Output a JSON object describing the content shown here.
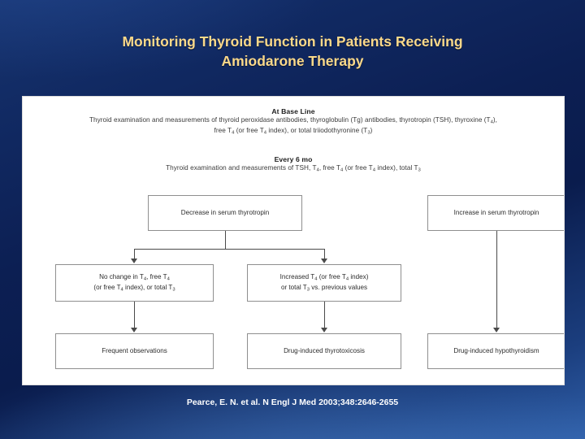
{
  "slide": {
    "title_line1": "Monitoring Thyroid Function in Patients Receiving",
    "title_line2": "Amiodarone Therapy",
    "title_color": "#fbd98a",
    "background_color": "#0d2460",
    "credit": "Pearce, E. N. et al. N Engl J Med 2003;348:2646-2655"
  },
  "figure": {
    "baseline": {
      "heading": "At Base Line",
      "text_line1": "Thyroid examination and measurements of thyroid peroxidase antibodies, thyroglobulin (Tg) antibodies, thyrotropin (TSH), thyroxine (T4),",
      "text_line2": "free T4 (or free T4 index), or total triiodothyronine (T3)"
    },
    "every6mo": {
      "heading": "Every 6 mo",
      "text_line1": "Thyroid examination and measurements of TSH, T4, free T4 (or free T4 index), total T3"
    },
    "boxes": {
      "decrease_thyrotropin": "Decrease in serum thyrotropin",
      "increase_thyrotropin": "Increase in serum thyrotropin",
      "no_change_line1": "No change in T4, free T4",
      "no_change_line2": "(or free T4 index), or total T3",
      "increased_line1": "Increased T4 (or free T4 index)",
      "increased_line2": "or total T3 vs. previous values",
      "frequent_observations": "Frequent observations",
      "drug_induced_thyrotoxicosis": "Drug-induced thyrotoxicosis",
      "drug_induced_hypothyroidism": "Drug-induced hypothyroidism"
    }
  }
}
